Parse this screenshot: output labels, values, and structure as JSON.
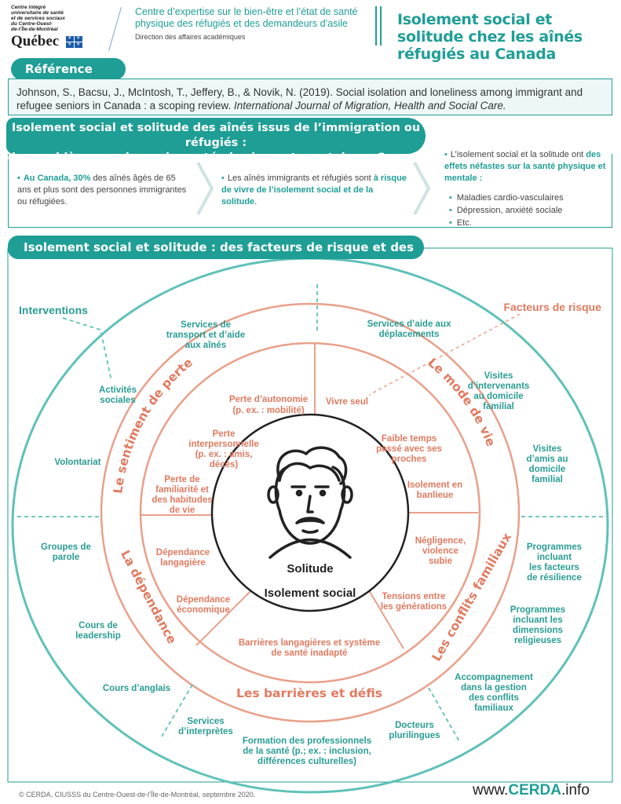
{
  "header": {
    "logo_lines": "Centre intégré\nuniversitaire de santé\net de services sociaux\ndu Centre-Ouest-\nde-l’Île-de-Montréal",
    "logo_word": "Québec",
    "centre_title": "Centre d’expertise sur le bien-être et l’état de santé physique des réfugiés et des demandeurs d’asile",
    "centre_sub": "Direction des affaires académiques",
    "main_title": "Isolement social et solitude chez les aînés  réfugiés au Canada"
  },
  "reference": {
    "label": "Référence",
    "text": "Johnson, S., Bacsu, J., McIntosh, T., Jeffery, B., & Novik, N. (2019). Social isolation and loneliness among immigrant and refugee seniors in Canada : a scoping review.",
    "journal": "International Journal of Migration, Health and Social Care."
  },
  "section2": {
    "title_line1": "Isolement social et solitude des aînés issus de l’immigration ou  réfugiés :",
    "title_line2": "des problèmes majeurs de santé physique et mentale au Canada",
    "col1_hl": "Au Canada, 30%",
    "col1_rest": " des aînés âgés de 65 ans et plus sont des personnes immigrantes ou réfugiées.",
    "col2_pre": "Les aînés immigrants et réfugiés sont ",
    "col2_hl": "à risque de vivre de l’isolement social et de la solitude",
    "col2_post": ".",
    "col3_pre": "L’isolement social et la solitude ont ",
    "col3_hl": "des effets néfastes sur la santé physique et mentale :",
    "col3_items": [
      "Maladies cardio-vasculaires",
      "Dépression, anxiété sociale",
      "Etc."
    ]
  },
  "section3": {
    "title": "Isolement social et solitude : des  facteurs de risque  et des  interventions",
    "legend_interventions": "Interventions",
    "legend_risk": "Facteurs de risque",
    "center_1": "Solitude",
    "center_2": "Isolement social",
    "categories": {
      "perte": "Le sentiment de perte",
      "mode": "Le mode de vie",
      "conflits": "Les conflits familiaux",
      "barrieres": "Les barrières et défis",
      "dependance": "La dépendance"
    },
    "risk": {
      "autonomie_1": "Perte d’autonomie",
      "autonomie_2": "(p. ex. :  mobilité)",
      "interp_1": "Perte",
      "interp_2": "interpersonnelle",
      "interp_3": "(p. ex. :  amis,",
      "interp_4": "décès)",
      "famil_1": "Perte de",
      "famil_2": "familiarité et",
      "famil_3": "des  habitudes",
      "famil_4": "de vie",
      "seul": "Vivre seul",
      "temps_1": "Faible temps",
      "temps_2": "passé  avec ses",
      "temps_3": "proches",
      "banlieue_1": "Isolement en",
      "banlieue_2": "banlieue",
      "neglig_1": "Négligence,",
      "neglig_2": "violence",
      "neglig_3": "subie",
      "tensions_1": "Tensions entre",
      "tensions_2": "les générations",
      "lang_1": "Dépendance",
      "lang_2": "langagière",
      "eco_1": "Dépendance",
      "eco_2": "économique",
      "barr_1": "Barrières langagières et système",
      "barr_2": "de santé inadapté"
    },
    "interventions": {
      "transport_1": "Services de",
      "transport_2": "transport et d’aide",
      "transport_3": "aux aînés",
      "deplac_1": "Services d’aide aux",
      "deplac_2": "déplacements",
      "activ_1": "Activités",
      "activ_2": "sociales",
      "visitInt_1": "Visites",
      "visitInt_2": "d’intervenants",
      "visitInt_3": "au domicile",
      "visitInt_4": "familial",
      "volont": "Volontariat",
      "visitAmis_1": "Visites",
      "visitAmis_2": "d’amis au",
      "visitAmis_3": "domicile",
      "visitAmis_4": "familial",
      "groupes_1": "Groupes de",
      "groupes_2": "parole",
      "resil_1": "Programmes",
      "resil_2": "incluant",
      "resil_3": "les facteurs",
      "resil_4": "de résilience",
      "leader_1": "Cours de",
      "leader_2": "leadership",
      "relig_1": "Programmes",
      "relig_2": "incluant les",
      "relig_3": "dimensions",
      "relig_4": "religieuses",
      "anglais": "Cours d’anglais",
      "accomp_1": "Accompagnement",
      "accomp_2": "dans la gestion",
      "accomp_3": "des conflits",
      "accomp_4": "familiaux",
      "interp_1": "Services",
      "interp_2": "d’interprètes",
      "docteurs_1": "Docteurs",
      "docteurs_2": "plurilingues",
      "form_1": "Formation des professionnels",
      "form_2": "de la santé (p.; ex. : inclusion,",
      "form_3": "différences culturelles)"
    }
  },
  "footer": {
    "credit": "© CERDA, CIUSSS du Centre-Ouest-de-l’Île-de-Montréal, septembre 2020.",
    "site_prefix": "www.",
    "site_brand": "CERDA",
    "site_suffix": ".info"
  },
  "colors": {
    "teal": "#1f9e96",
    "coral": "#e8a08a",
    "coral_text": "#e07a60"
  }
}
